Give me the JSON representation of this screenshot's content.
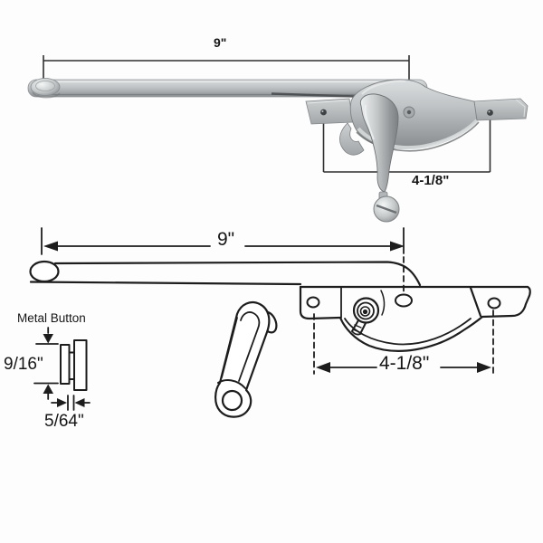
{
  "diagram": {
    "subject": "teardrop-casement-window-operator",
    "colors": {
      "background": "#fdfdfd",
      "line": "#1d1d1d",
      "text": "#161616",
      "metal_base": "#b3b7b9",
      "metal_light": "#e9ebeb",
      "metal_dark": "#85898b"
    },
    "photo_view": {
      "arm_length_label": "9\"",
      "hole_spacing_label": "4-1/8\""
    },
    "line_view": {
      "arm_length_label": "9\"",
      "hole_spacing_label": "4-1/8\""
    },
    "button_detail": {
      "title": "Metal Button",
      "height_label": "9/16\"",
      "thickness_label": "5/64\""
    }
  }
}
